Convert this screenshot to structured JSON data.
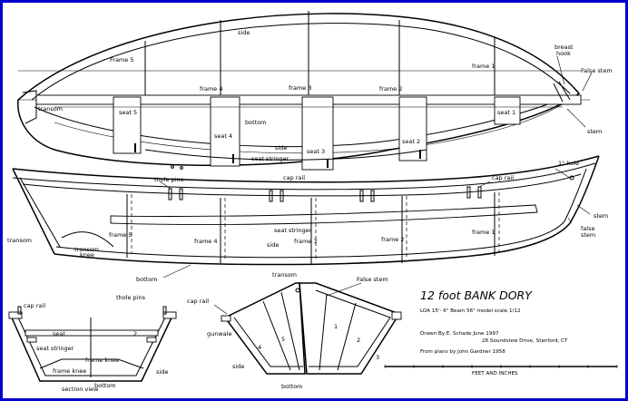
{
  "title": "12 foot BANK DORY",
  "dimensions": "LOA 15'- 6\"  Beam 56\"  model scale 1/12",
  "credits": {
    "drawn_by": "Drawn By E. Schade  June 1997",
    "address": "28 Soundview Drive, Stanford, CT",
    "source": "From plans by John Gardner 1958"
  },
  "scale_bar_label": "FEET AND INCHES",
  "plan_view": {
    "side": "side",
    "frame5": "Frame  5",
    "frame1": "frame  1",
    "frame4": "frame  4",
    "frame3": "frame  3",
    "frame2": "frame  2",
    "breast_hook": "breast\nhook",
    "false_stem": "False stem",
    "transom": "transom",
    "seat5": "seat 5",
    "bottom": "bottom",
    "seat4": "seat 4",
    "side2": "side",
    "seat3": "seat 3",
    "seat2": "seat 2",
    "seat1": "seat 1",
    "seat_stringer": "seat stringer",
    "stem": "stem"
  },
  "profile_view": {
    "thole_pins": "thole pins",
    "cap_rail1": "cap rail",
    "cap_rail2": "cap rail",
    "hole": "1\" hole",
    "stem": "stem",
    "false_stem": "false\nstem",
    "transom": "transom",
    "transom_knee": "transom\nknee",
    "frame5": "frame  5",
    "frame4": "frame  4",
    "side": "side",
    "seat_stringer": "seat stringer",
    "frame3": "frame  3",
    "frame2": "frame  2",
    "frame1": "frame  1",
    "bottom": "bottom"
  },
  "section_view": {
    "cap_rail": "cap rail",
    "thole_pins": "thole pins",
    "seat": "seat",
    "seat_stringer": "seat stringer",
    "frame_knee": "frame knee",
    "frame_knee2": "frame knee",
    "bottom": "bottom",
    "side": "side",
    "section_view": "section view",
    "num2": "2"
  },
  "end_view": {
    "transom": "transom",
    "false_stem": "False stem",
    "cap_rail": "cap rail",
    "gunwale": "gunwale",
    "side": "side",
    "bottom": "bottom",
    "n1": "1",
    "n2": "2",
    "n3": "3",
    "n4": "4",
    "n5": "5"
  }
}
